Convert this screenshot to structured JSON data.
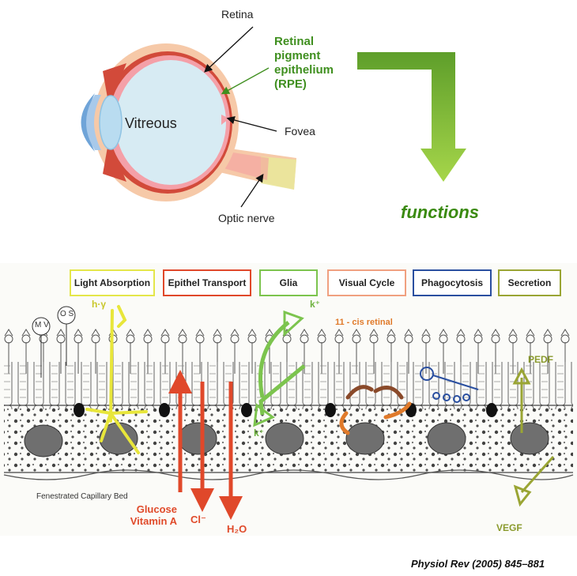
{
  "eye": {
    "retina": "Retina",
    "rpe_lines": [
      "Retinal",
      "pigment",
      "epithelium",
      "(RPE)"
    ],
    "vitreous": "Vitreous",
    "fovea": "Fovea",
    "optic_nerve": "Optic nerve"
  },
  "functions_label": "functions",
  "function_boxes": [
    {
      "label": "Light Absorption",
      "color": "#e4e64a"
    },
    {
      "label": "Epithel Transport",
      "color": "#e0482a"
    },
    {
      "label": "Glia",
      "color": "#7cc44e"
    },
    {
      "label": "Visual Cycle",
      "color": "#f0a080"
    },
    {
      "label": "Phagocytosis",
      "color": "#2a4fa0"
    },
    {
      "label": "Secretion",
      "color": "#9aa534"
    }
  ],
  "cell_labels": {
    "mv": "M V",
    "os": "O S",
    "hv": "h·γ",
    "k_plus_top": "k⁺",
    "k_plus_bottom": "k⁺",
    "cis_retinal": "11 - cis retinal",
    "pedf": "PEDF",
    "capillary": "Fenestrated Capillary Bed",
    "glucose": "Glucose",
    "vitamin_a": "Vitamin A",
    "cl": "Cl⁻",
    "h2o": "H₂O",
    "vegf": "VEGF"
  },
  "citation": "Physiol Rev (2005) 845–881"
}
